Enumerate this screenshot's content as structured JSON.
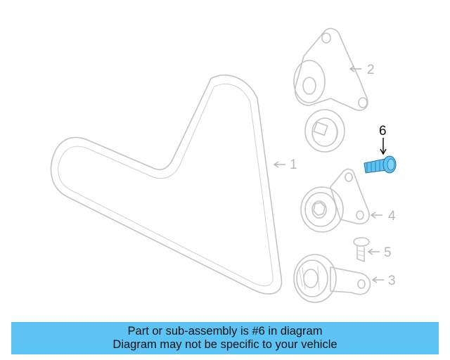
{
  "diagram": {
    "callouts": {
      "belt": "1",
      "tensioner": "2",
      "lower_pulley": "3",
      "upper_pulley": "4",
      "small_bolt": "5",
      "highlighted_bolt": "6"
    },
    "highlight_color": "#5bc4f5",
    "line_color": "#c4c4c4"
  },
  "banner": {
    "line1": "Part or sub-assembly is #6 in diagram",
    "line2": "Diagram may not be specific to your vehicle",
    "background": "#5bc4f5"
  }
}
